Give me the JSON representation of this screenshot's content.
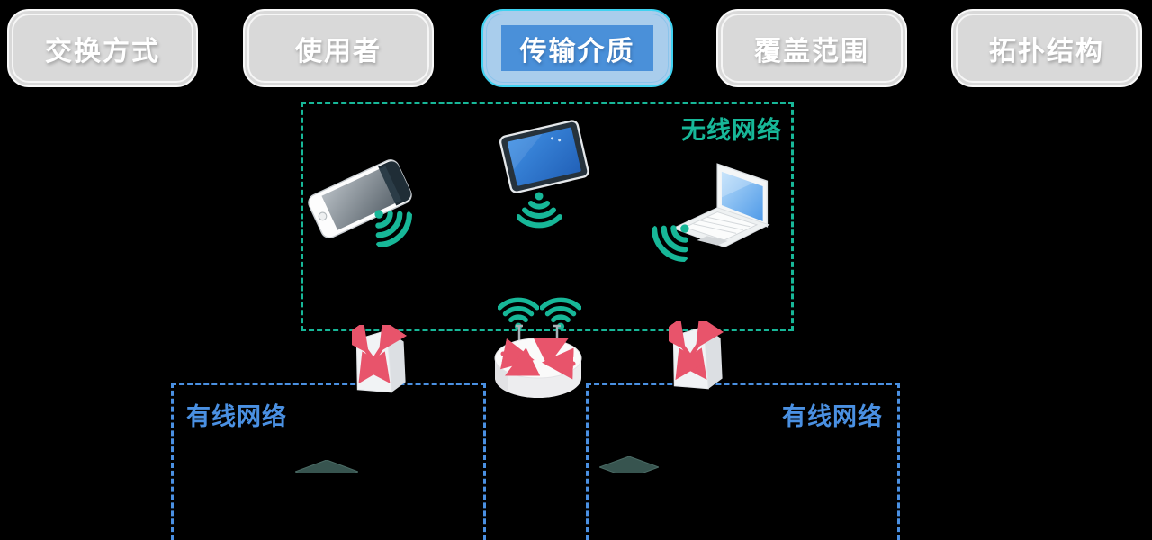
{
  "tabs": [
    {
      "label": "交换方式",
      "selected": false
    },
    {
      "label": "使用者",
      "selected": false
    },
    {
      "label": "传输介质",
      "selected": true
    },
    {
      "label": "覆盖范围",
      "selected": false
    },
    {
      "label": "拓扑结构",
      "selected": false
    }
  ],
  "selected_tab": "传输介质",
  "zones": {
    "wireless": {
      "label": "无线网络",
      "color": "#17b798"
    },
    "wired_left": {
      "label": "有线网络",
      "color": "#4a90e2"
    },
    "wired_right": {
      "label": "有线网络",
      "color": "#4a90e2"
    }
  },
  "icons": [
    "smartphone-icon",
    "tablet-icon",
    "laptop-icon",
    "wifi-signal-icon",
    "switch-icon",
    "router-icon",
    "monitor-icon"
  ],
  "colors": {
    "background": "#000000",
    "teal_accent": "#17b798",
    "blue_accent": "#4a90e2",
    "tab_gray": "#d9d9d9",
    "tab_selected_fill": "#4a90d9",
    "tab_selected_outer": "#a9cdec",
    "tab_selected_border": "#3fd2f1",
    "device_arrow_red": "#e8546b"
  }
}
